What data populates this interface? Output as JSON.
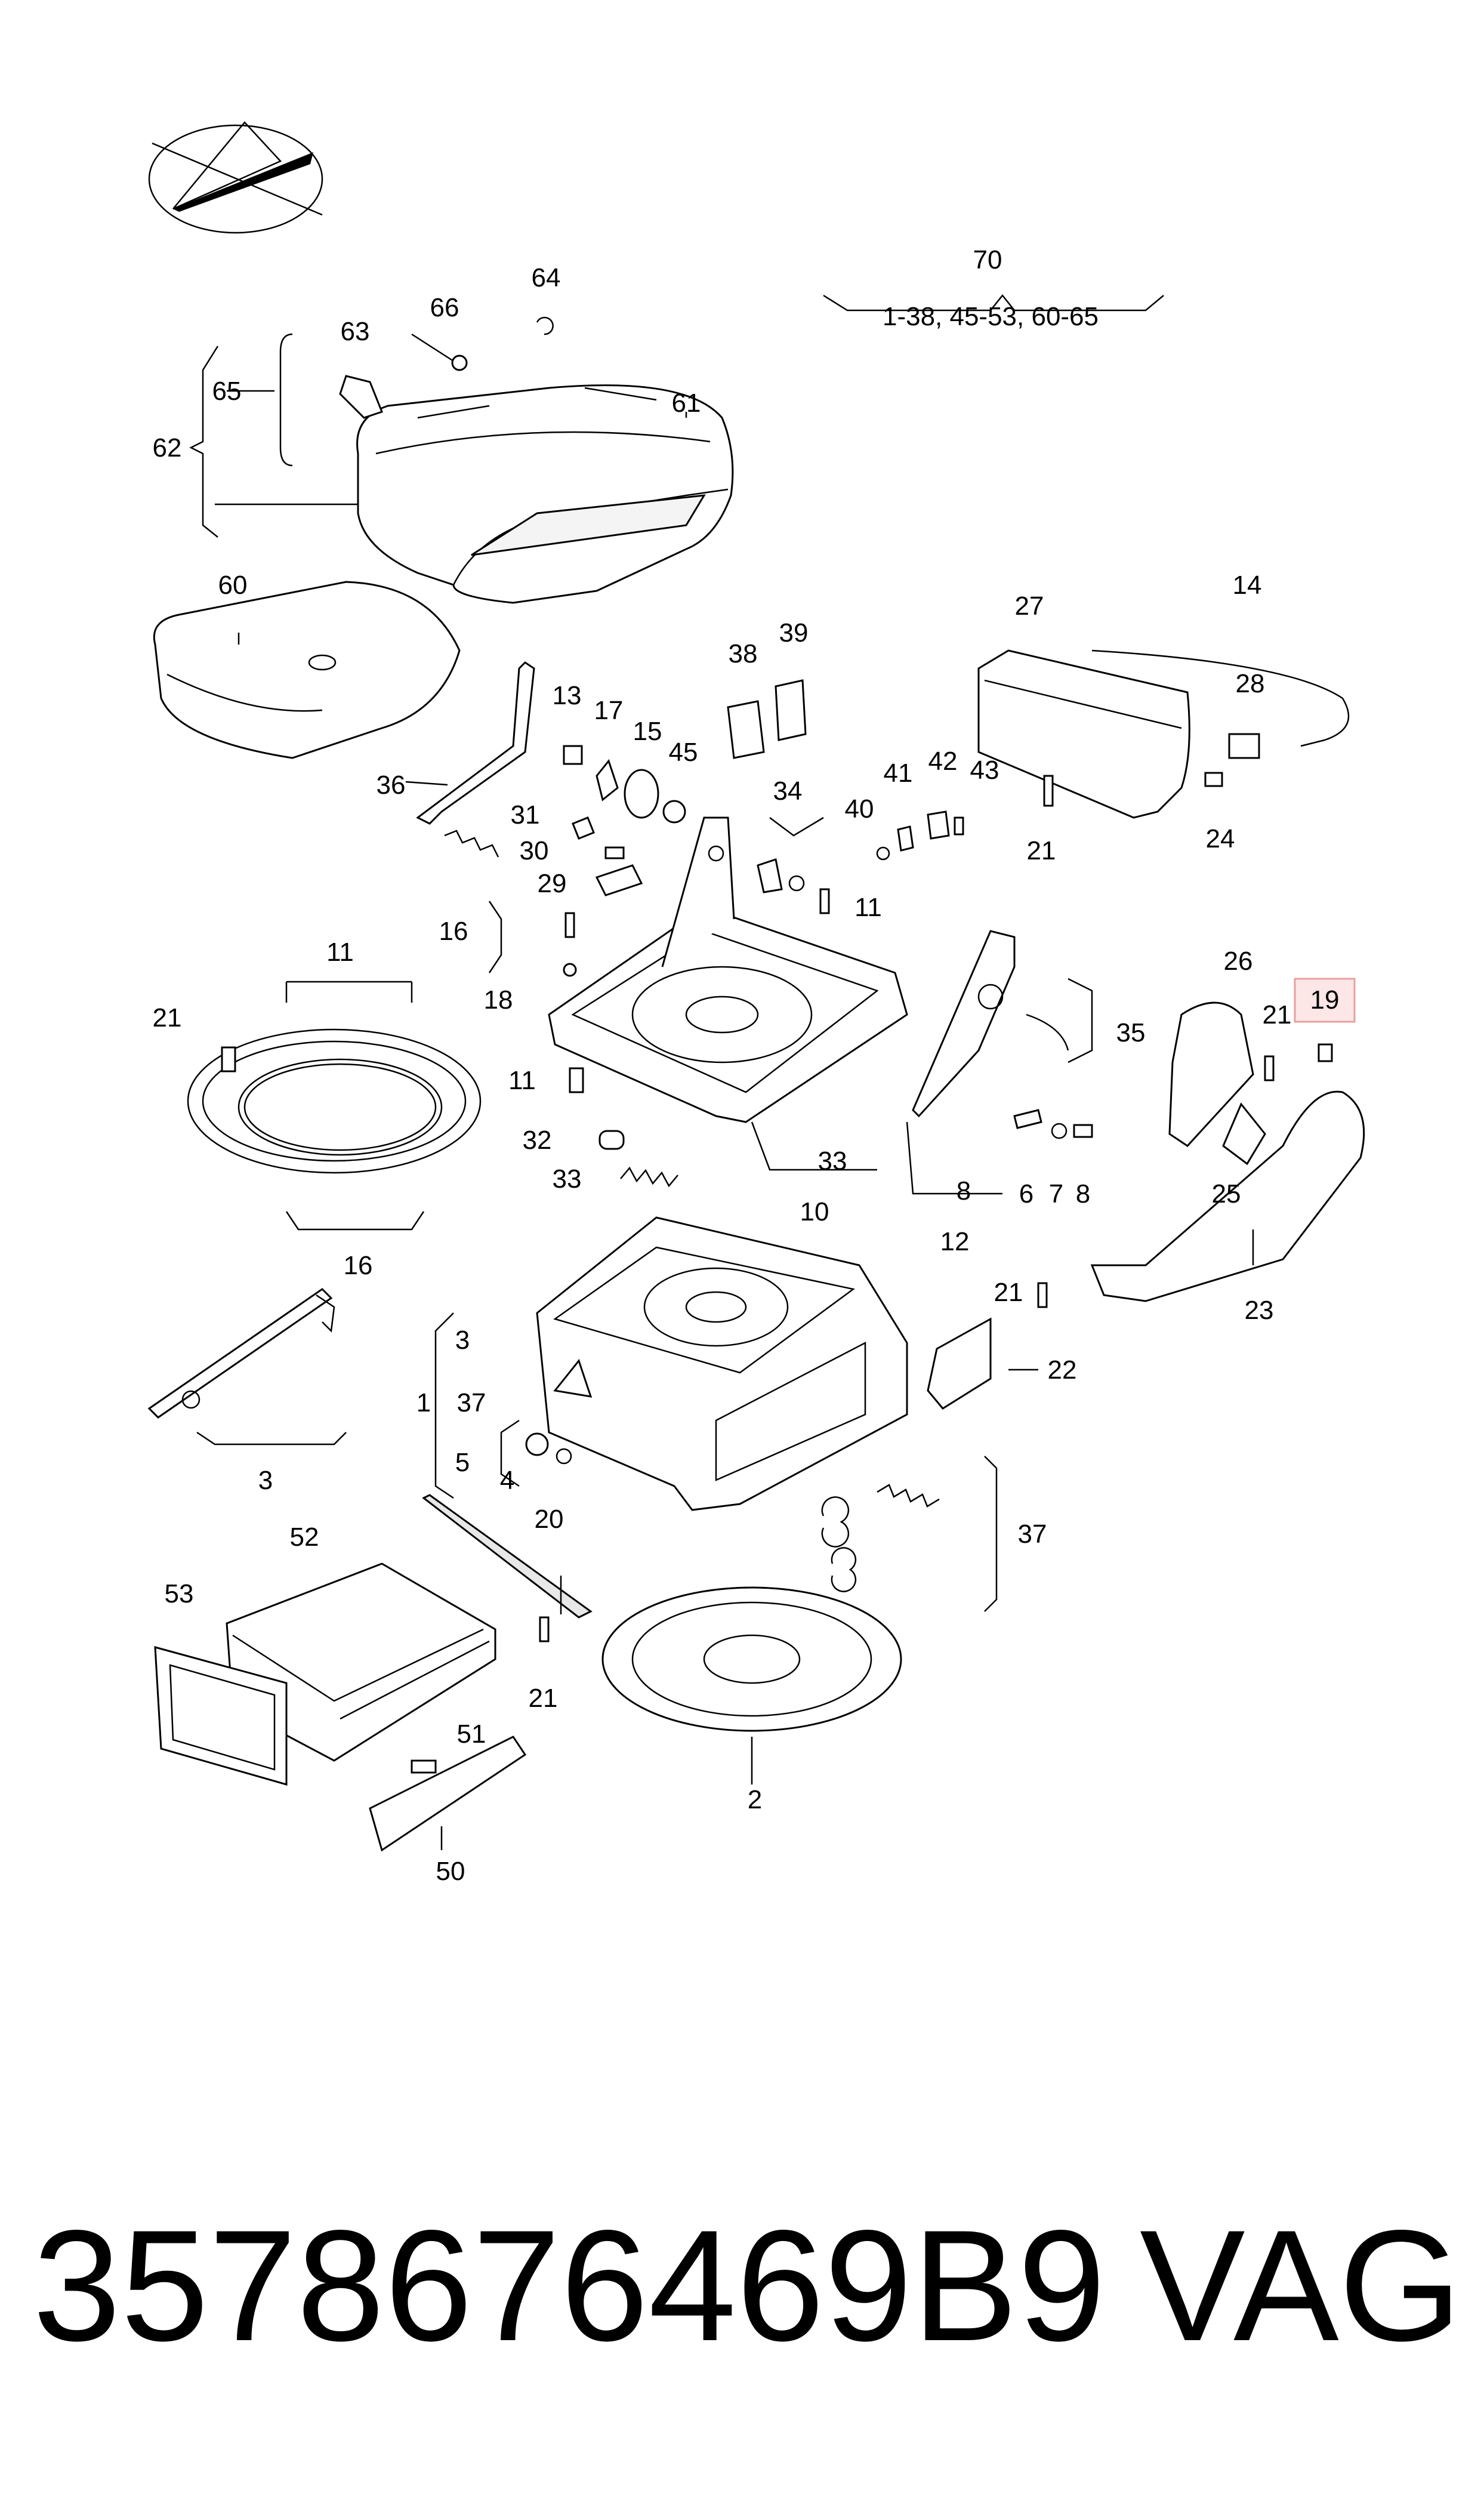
{
  "diagram": {
    "group_note": "1-38, 45-53, 60-65",
    "callouts": {
      "c1": "1",
      "c2": "2",
      "c3a": "3",
      "c3b": "3",
      "c4": "4",
      "c5": "5",
      "c6": "6",
      "c7": "7",
      "c8a": "8",
      "c8b": "8",
      "c10": "10",
      "c11a": "11",
      "c11b": "11",
      "c11c": "11",
      "c12": "12",
      "c13": "13",
      "c14": "14",
      "c15": "15",
      "c16a": "16",
      "c16b": "16",
      "c17": "17",
      "c18": "18",
      "c19": "19",
      "c20": "20",
      "c21a": "21",
      "c21b": "21",
      "c21c": "21",
      "c21d": "21",
      "c21e": "21",
      "c22": "22",
      "c23": "23",
      "c24": "24",
      "c25": "25",
      "c26": "26",
      "c27": "27",
      "c28": "28",
      "c29": "29",
      "c30": "30",
      "c31": "31",
      "c32": "32",
      "c33a": "33",
      "c33b": "33",
      "c34": "34",
      "c35": "35",
      "c36": "36",
      "c37a": "37",
      "c37b": "37",
      "c38": "38",
      "c39": "39",
      "c40": "40",
      "c41": "41",
      "c42": "42",
      "c43": "43",
      "c45": "45",
      "c50": "50",
      "c51": "51",
      "c52": "52",
      "c53": "53",
      "c60": "60",
      "c61": "61",
      "c62": "62",
      "c63": "63",
      "c64": "64",
      "c65": "65",
      "c66": "66",
      "c70": "70"
    },
    "highlight_color": "#e8a0a0"
  },
  "footer": {
    "part_number": "3578676469B9",
    "brand": "VAG"
  }
}
